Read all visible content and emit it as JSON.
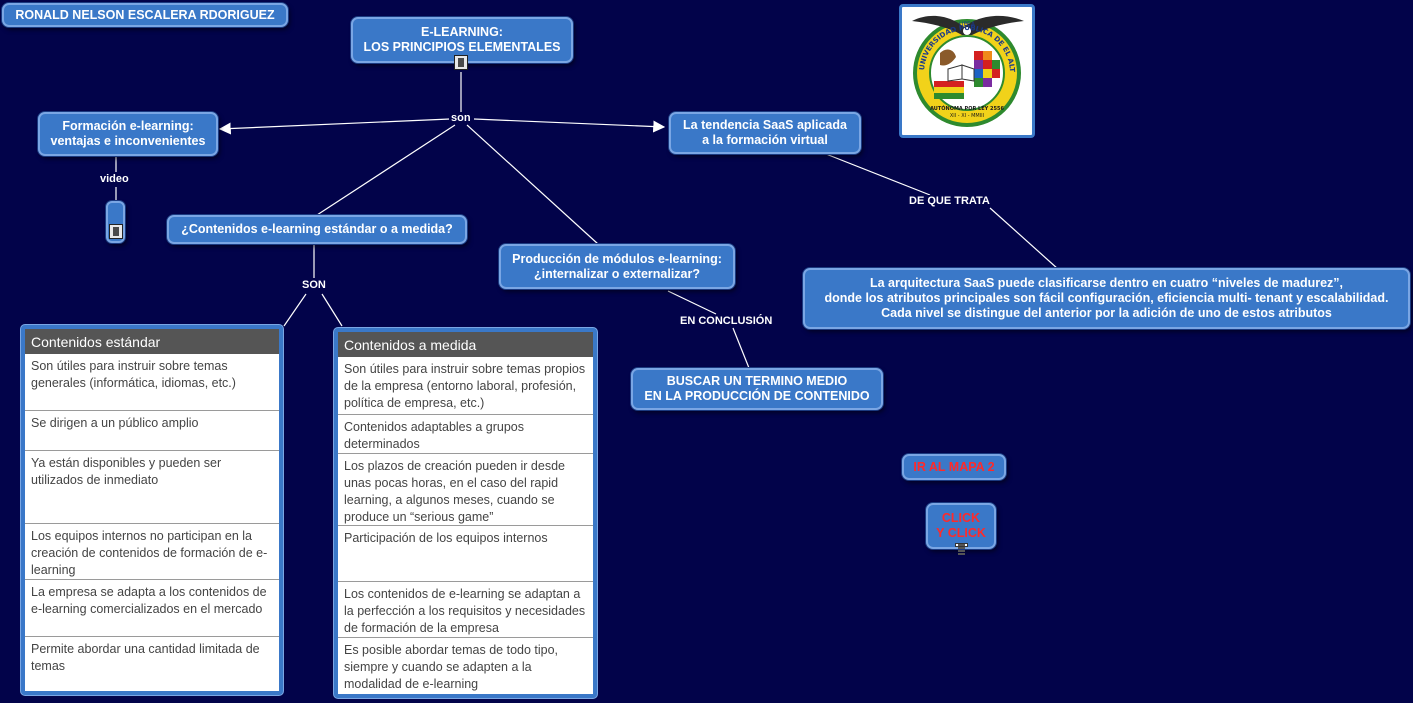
{
  "author_label": "RONALD NELSON ESCALERA RDORIGUEZ",
  "main_node": "E-LEARNING:\nLOS PRINCIPIOS ELEMENTALES",
  "link_labels": {
    "son": "son",
    "video": "video",
    "son_upper": "SON",
    "de_que_trata": "DE QUE TRATA",
    "en_conclusion": "EN CONCLUSIÓN"
  },
  "nodes": {
    "formacion": "Formación e-learning:\nventajas e inconvenientes",
    "contenidos": "¿Contenidos e-learning estándar o a medida?",
    "produccion": "Producción de módulos e-learning:\n¿internalizar o externalizar?",
    "tendencia": "La tendencia SaaS aplicada\na la formación virtual",
    "arquitectura": "La arquitectura SaaS puede clasificarse dentro en cuatro “niveles de madurez”,\ndonde los atributos principales son fácil configuración, eficiencia multi- tenant y escalabilidad.\nCada nivel se distingue del anterior por la adición de uno de estos atributos",
    "buscar": "BUSCAR UN TERMINO MEDIO\nEN LA PRODUCCIÓN DE CONTENIDO",
    "ir_mapa": "IR AL MAPA 2",
    "click": "CLICK\nY CLICK"
  },
  "logo": {
    "ring_text": "UNIVERSIDAD PÚBLICA DE EL ALTO",
    "top_text": "UPEA",
    "banner_text": "AUTÓNOMA POR LEY 2556",
    "date_text": "XII - XI - MMIII"
  },
  "tabla_estandar": {
    "header": "Contenidos estándar",
    "rows": [
      "Son útiles para instruir sobre temas generales (informática, idiomas, etc.)",
      "Se dirigen a un público amplio",
      "Ya están disponibles y pueden ser utilizados de inmediato",
      "Los equipos internos no participan en la creación de contenidos de formación de e-learning",
      "La empresa se adapta a los contenidos de e-learning comercializados en el mercado",
      "Permite abordar una cantidad limitada de temas"
    ]
  },
  "tabla_medida": {
    "header": "Contenidos a medida",
    "rows": [
      "Son útiles para instruir sobre temas propios de la empresa (entorno laboral, profesión, política de empresa, etc.)",
      "Contenidos adaptables a grupos determinados",
      "Los plazos de creación pueden ir desde unas pocas horas, en el caso del rapid learning, a algunos meses, cuando se produce un  “serious game”",
      "Participación de los equipos internos",
      "Los contenidos de e-learning se adaptan a la perfección a los requisitos y necesidades de formación de la empresa",
      "Es posible abordar temas de todo tipo, siempre y cuando se adapten a la modalidad de e-learning"
    ]
  },
  "colors": {
    "background": "#02034a",
    "node_fill": "#3a78c8",
    "node_border": "#7aa6e4",
    "accent_red": "#ff2a2a"
  }
}
